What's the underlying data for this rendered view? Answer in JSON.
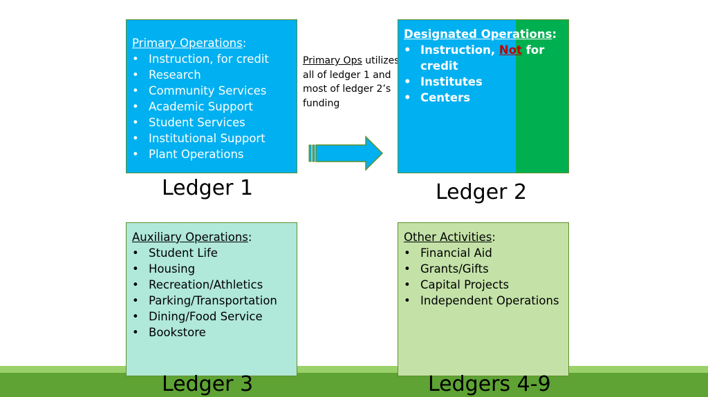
{
  "ledger1": {
    "heading": "Primary Operations",
    "items": [
      "Instruction, for credit",
      "Research",
      "Community Services",
      "Academic Support",
      "Student Services",
      "Institutional Support",
      "Plant Operations"
    ],
    "label": "Ledger 1"
  },
  "ledger2": {
    "heading": "Designated Operations",
    "item1_pre": "Instruction, ",
    "item1_not": "Not",
    "item1_post": " for credit",
    "items": [
      "Institutes",
      "Centers"
    ],
    "label": "Ledger 2"
  },
  "ledger3": {
    "heading": "Auxiliary Operations",
    "items": [
      "Student Life",
      "Housing",
      "Recreation/Athletics",
      "Parking/Transportation",
      "Dining/Food Service",
      "Bookstore"
    ],
    "label": "Ledger 3"
  },
  "ledger49": {
    "heading": "Other Activities",
    "items": [
      "Financial Aid",
      "Grants/Gifts",
      "Capital Projects",
      "Independent Operations"
    ],
    "label": "Ledgers 4-9"
  },
  "note": {
    "underlined": "Primary Ops",
    "rest": " utilizes all of ledger 1 and most of ledger 2’s funding"
  },
  "colors": {
    "blue": "#00b0f0",
    "green": "#00b050",
    "teal_light": "#b0e8da",
    "green_light": "#c4e2a8",
    "red": "#c00000",
    "ground": "#5ea334"
  },
  "icons": {
    "arrow": "right-arrow-icon"
  }
}
